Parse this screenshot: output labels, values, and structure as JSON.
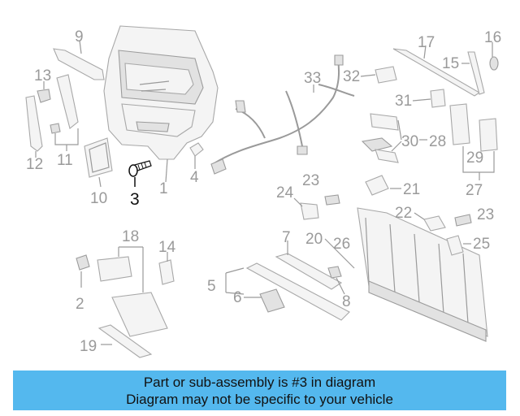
{
  "callouts": {
    "c1": "1",
    "c2": "2",
    "c3": "3",
    "c4": "4",
    "c5": "5",
    "c6": "6",
    "c7": "7",
    "c8": "8",
    "c9": "9",
    "c10": "10",
    "c11": "11",
    "c12": "12",
    "c13": "13",
    "c14": "14",
    "c15": "15",
    "c16": "16",
    "c17": "17",
    "c18": "18",
    "c19": "19",
    "c20": "20",
    "c21": "21",
    "c22": "22",
    "c23a": "23",
    "c23b": "23",
    "c24": "24",
    "c25": "25",
    "c26": "26",
    "c27": "27",
    "c28": "28",
    "c29": "29",
    "c30": "30",
    "c31": "31",
    "c32": "32",
    "c33": "33"
  },
  "highlighted_part": "3",
  "banner": {
    "line1": "Part or sub-assembly is #3 in diagram",
    "line2": "Diagram may not be specific to your vehicle",
    "color": "#54b8ee"
  }
}
